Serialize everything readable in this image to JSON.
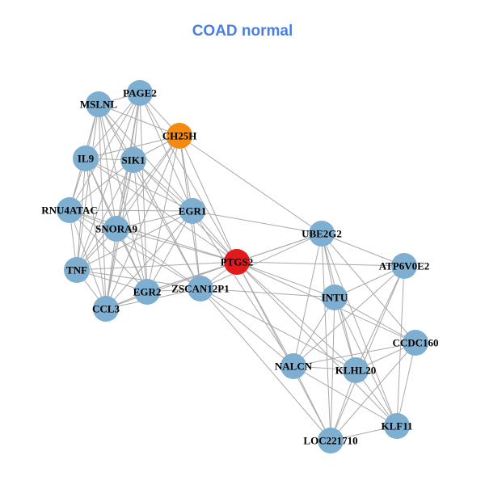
{
  "title": "COAD normal",
  "colors": {
    "default": "#7fafd0",
    "hub": "#e31a1c",
    "secondary": "#f58a10",
    "edge": "#a9a9a9",
    "title": "#4a7fe0"
  },
  "nodes": [
    {
      "id": "PAGE2",
      "label": "PAGE2",
      "role": "default"
    },
    {
      "id": "MSLNL",
      "label": "MSLNL",
      "role": "default"
    },
    {
      "id": "CH25H",
      "label": "CH25H",
      "role": "secondary"
    },
    {
      "id": "IL9",
      "label": "IL9",
      "role": "default"
    },
    {
      "id": "SIK1",
      "label": "SIK1",
      "role": "default"
    },
    {
      "id": "RNU4ATAC",
      "label": "RNU4ATAC",
      "role": "default"
    },
    {
      "id": "EGR1",
      "label": "EGR1",
      "role": "default"
    },
    {
      "id": "SNORA9",
      "label": "SNORA9",
      "role": "default"
    },
    {
      "id": "TNF",
      "label": "TNF",
      "role": "default"
    },
    {
      "id": "PTGS2",
      "label": "PTGS2",
      "role": "hub"
    },
    {
      "id": "EGR2",
      "label": "EGR2",
      "role": "default"
    },
    {
      "id": "ZSCAN12P1",
      "label": "ZSCAN12P1",
      "role": "default"
    },
    {
      "id": "CCL3",
      "label": "CCL3",
      "role": "default"
    },
    {
      "id": "UBE2G2",
      "label": "UBE2G2",
      "role": "default"
    },
    {
      "id": "ATP6V0E2",
      "label": "ATP6V0E2",
      "role": "default"
    },
    {
      "id": "INTU",
      "label": "INTU",
      "role": "default"
    },
    {
      "id": "CCDC160",
      "label": "CCDC160",
      "role": "default"
    },
    {
      "id": "NALCN",
      "label": "NALCN",
      "role": "default"
    },
    {
      "id": "KLHL20",
      "label": "KLHL20",
      "role": "default"
    },
    {
      "id": "KLF11",
      "label": "KLF11",
      "role": "default"
    },
    {
      "id": "LOC221710",
      "label": "LOC221710",
      "role": "default"
    }
  ],
  "edges": [
    [
      "PAGE2",
      "MSLNL"
    ],
    [
      "PAGE2",
      "CH25H"
    ],
    [
      "PAGE2",
      "IL9"
    ],
    [
      "PAGE2",
      "SIK1"
    ],
    [
      "PAGE2",
      "RNU4ATAC"
    ],
    [
      "PAGE2",
      "EGR1"
    ],
    [
      "PAGE2",
      "SNORA9"
    ],
    [
      "PAGE2",
      "TNF"
    ],
    [
      "PAGE2",
      "CCL3"
    ],
    [
      "PAGE2",
      "EGR2"
    ],
    [
      "PAGE2",
      "PTGS2"
    ],
    [
      "MSLNL",
      "CH25H"
    ],
    [
      "MSLNL",
      "IL9"
    ],
    [
      "MSLNL",
      "SIK1"
    ],
    [
      "MSLNL",
      "RNU4ATAC"
    ],
    [
      "MSLNL",
      "EGR1"
    ],
    [
      "MSLNL",
      "SNORA9"
    ],
    [
      "MSLNL",
      "TNF"
    ],
    [
      "MSLNL",
      "CCL3"
    ],
    [
      "MSLNL",
      "EGR2"
    ],
    [
      "MSLNL",
      "ZSCAN12P1"
    ],
    [
      "CH25H",
      "IL9"
    ],
    [
      "CH25H",
      "SIK1"
    ],
    [
      "CH25H",
      "EGR1"
    ],
    [
      "CH25H",
      "SNORA9"
    ],
    [
      "CH25H",
      "PTGS2"
    ],
    [
      "CH25H",
      "EGR2"
    ],
    [
      "CH25H",
      "ZSCAN12P1"
    ],
    [
      "CH25H",
      "TNF"
    ],
    [
      "CH25H",
      "CCL3"
    ],
    [
      "CH25H",
      "UBE2G2"
    ],
    [
      "IL9",
      "SIK1"
    ],
    [
      "IL9",
      "RNU4ATAC"
    ],
    [
      "IL9",
      "EGR1"
    ],
    [
      "IL9",
      "SNORA9"
    ],
    [
      "IL9",
      "TNF"
    ],
    [
      "IL9",
      "CCL3"
    ],
    [
      "IL9",
      "EGR2"
    ],
    [
      "IL9",
      "PTGS2"
    ],
    [
      "SIK1",
      "RNU4ATAC"
    ],
    [
      "SIK1",
      "EGR1"
    ],
    [
      "SIK1",
      "SNORA9"
    ],
    [
      "SIK1",
      "TNF"
    ],
    [
      "SIK1",
      "CCL3"
    ],
    [
      "SIK1",
      "EGR2"
    ],
    [
      "SIK1",
      "ZSCAN12P1"
    ],
    [
      "SIK1",
      "PTGS2"
    ],
    [
      "RNU4ATAC",
      "EGR1"
    ],
    [
      "RNU4ATAC",
      "SNORA9"
    ],
    [
      "RNU4ATAC",
      "TNF"
    ],
    [
      "RNU4ATAC",
      "CCL3"
    ],
    [
      "RNU4ATAC",
      "EGR2"
    ],
    [
      "RNU4ATAC",
      "ZSCAN12P1"
    ],
    [
      "RNU4ATAC",
      "PTGS2"
    ],
    [
      "EGR1",
      "SNORA9"
    ],
    [
      "EGR1",
      "TNF"
    ],
    [
      "EGR1",
      "CCL3"
    ],
    [
      "EGR1",
      "EGR2"
    ],
    [
      "EGR1",
      "ZSCAN12P1"
    ],
    [
      "EGR1",
      "PTGS2"
    ],
    [
      "EGR1",
      "UBE2G2"
    ],
    [
      "EGR1",
      "NALCN"
    ],
    [
      "SNORA9",
      "TNF"
    ],
    [
      "SNORA9",
      "CCL3"
    ],
    [
      "SNORA9",
      "EGR2"
    ],
    [
      "SNORA9",
      "ZSCAN12P1"
    ],
    [
      "SNORA9",
      "PTGS2"
    ],
    [
      "TNF",
      "CCL3"
    ],
    [
      "TNF",
      "EGR2"
    ],
    [
      "TNF",
      "ZSCAN12P1"
    ],
    [
      "TNF",
      "PTGS2"
    ],
    [
      "CCL3",
      "EGR2"
    ],
    [
      "CCL3",
      "ZSCAN12P1"
    ],
    [
      "CCL3",
      "PTGS2"
    ],
    [
      "EGR2",
      "ZSCAN12P1"
    ],
    [
      "EGR2",
      "PTGS2"
    ],
    [
      "EGR2",
      "UBE2G2"
    ],
    [
      "ZSCAN12P1",
      "PTGS2"
    ],
    [
      "ZSCAN12P1",
      "UBE2G2"
    ],
    [
      "ZSCAN12P1",
      "INTU"
    ],
    [
      "ZSCAN12P1",
      "NALCN"
    ],
    [
      "ZSCAN12P1",
      "KLHL20"
    ],
    [
      "ZSCAN12P1",
      "LOC221710"
    ],
    [
      "PTGS2",
      "UBE2G2"
    ],
    [
      "PTGS2",
      "ATP6V0E2"
    ],
    [
      "PTGS2",
      "INTU"
    ],
    [
      "PTGS2",
      "CCDC160"
    ],
    [
      "PTGS2",
      "NALCN"
    ],
    [
      "PTGS2",
      "KLHL20"
    ],
    [
      "PTGS2",
      "KLF11"
    ],
    [
      "PTGS2",
      "LOC221710"
    ],
    [
      "UBE2G2",
      "ATP6V0E2"
    ],
    [
      "UBE2G2",
      "INTU"
    ],
    [
      "UBE2G2",
      "CCDC160"
    ],
    [
      "UBE2G2",
      "NALCN"
    ],
    [
      "UBE2G2",
      "KLHL20"
    ],
    [
      "UBE2G2",
      "KLF11"
    ],
    [
      "UBE2G2",
      "LOC221710"
    ],
    [
      "ATP6V0E2",
      "INTU"
    ],
    [
      "ATP6V0E2",
      "NALCN"
    ],
    [
      "ATP6V0E2",
      "KLHL20"
    ],
    [
      "ATP6V0E2",
      "KLF11"
    ],
    [
      "ATP6V0E2",
      "LOC221710"
    ],
    [
      "INTU",
      "CCDC160"
    ],
    [
      "INTU",
      "NALCN"
    ],
    [
      "INTU",
      "KLHL20"
    ],
    [
      "INTU",
      "KLF11"
    ],
    [
      "INTU",
      "LOC221710"
    ],
    [
      "CCDC160",
      "NALCN"
    ],
    [
      "CCDC160",
      "KLHL20"
    ],
    [
      "CCDC160",
      "KLF11"
    ],
    [
      "CCDC160",
      "LOC221710"
    ],
    [
      "NALCN",
      "KLHL20"
    ],
    [
      "NALCN",
      "KLF11"
    ],
    [
      "NALCN",
      "LOC221710"
    ],
    [
      "KLHL20",
      "KLF11"
    ],
    [
      "KLHL20",
      "LOC221710"
    ],
    [
      "KLF11",
      "LOC221710"
    ]
  ]
}
